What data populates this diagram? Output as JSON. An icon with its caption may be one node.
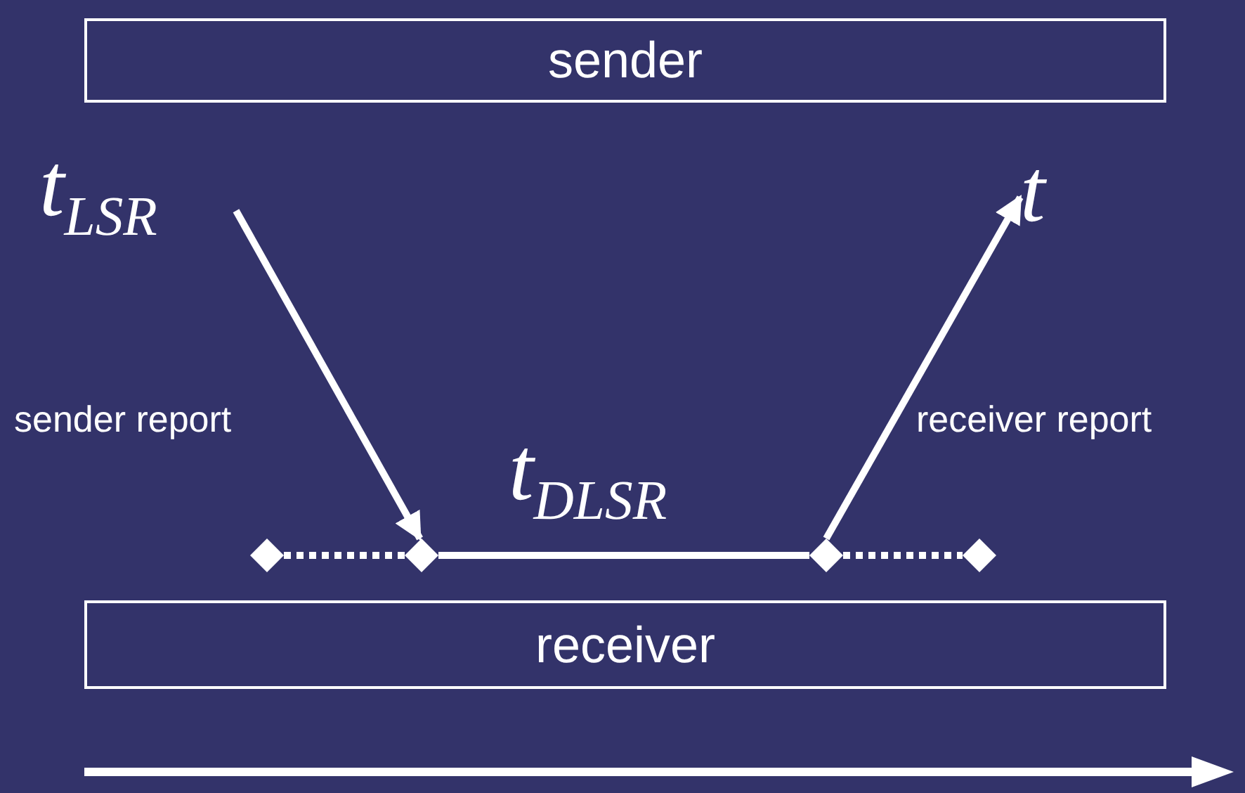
{
  "diagram": {
    "nodes": [
      {
        "text": [
          "sender"
        ]
      },
      {
        "text": [
          "receiver"
        ]
      },
      {
        "text": [
          "t$_{LSR}$"
        ]
      },
      {
        "text": [
          "t"
        ]
      },
      {
        "text": [],
        "shape": "diamond"
      },
      {
        "text": [],
        "shape": "diamond"
      },
      {
        "text": [],
        "shape": "diamond"
      },
      {
        "text": [],
        "shape": "diamond"
      }
    ],
    "edges": [
      {
        "from": 2,
        "to": 5,
        "arrow": "to",
        "label": "sender report"
      },
      {
        "from": 6,
        "to": 3,
        "arrow": "to",
        "label": "receiver report"
      },
      {
        "from": 4,
        "to": 5,
        "arrow": "none",
        "style": "dashed"
      },
      {
        "from": 5,
        "to": 6,
        "arrow": "none",
        "label": "t$_{DLSR}$"
      },
      {
        "from": 6,
        "to": 7,
        "arrow": "none",
        "style": "dashed"
      }
    ]
  }
}
